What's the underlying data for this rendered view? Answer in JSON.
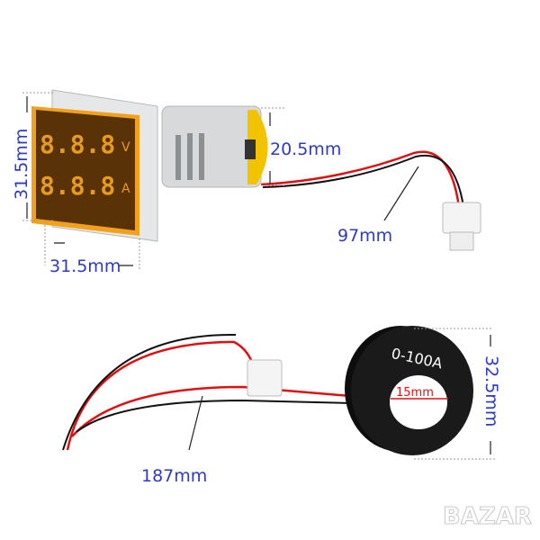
{
  "meter": {
    "display_top": "8.8.8",
    "display_bottom": "8.8.8",
    "unit_top": "V",
    "unit_bottom": "A",
    "height_label": "31.5mm",
    "width_label": "31.5mm",
    "body_diameter_label": "20.5mm",
    "wire_length_label": "97mm"
  },
  "current_transformer": {
    "rating_label": "0-100A",
    "hole_label": "15mm",
    "outer_diameter_label": "32.5mm",
    "wire_length_label": "187mm"
  },
  "watermark": "BAZAR",
  "colors": {
    "dimension_text": "#2c3bc4",
    "display_amber": "#e89a1a",
    "wire_red": "#e01010"
  }
}
